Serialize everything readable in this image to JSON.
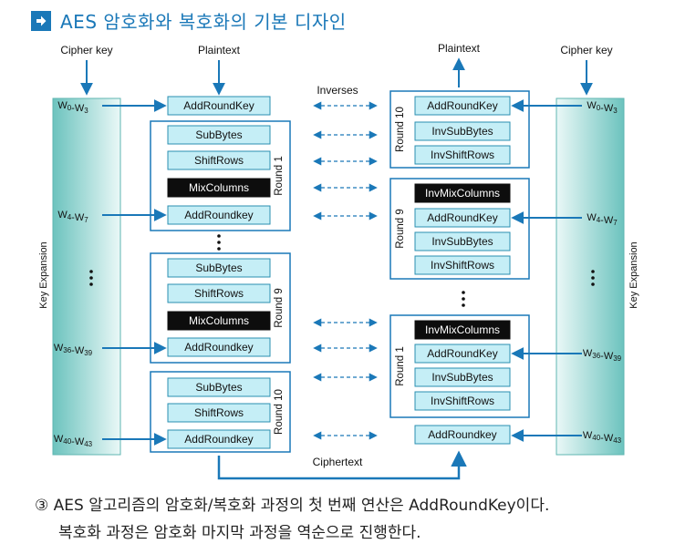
{
  "heading": {
    "icon": "arrow-right-square-icon",
    "title": "AES 암호화와 복호화의 기본 디자인"
  },
  "labels": {
    "cipher_key_left": "Cipher key",
    "cipher_key_right": "Cipher key",
    "plaintext_top": "Plaintext",
    "plaintext_right": "Plaintext",
    "inverses": "Inverses",
    "ciphertext": "Ciphertext",
    "key_expansion_left": "Key Expansion",
    "key_expansion_right": "Key Expansion"
  },
  "keys_left": [
    "W0-W3",
    "W4-W7",
    "W36-W39",
    "W40-W43"
  ],
  "keys_right": [
    "W0-W3",
    "W4-W7",
    "W36-W39",
    "W40-W43"
  ],
  "encryption": {
    "initial": "AddRoundKey",
    "rounds": [
      {
        "name": "Round 1",
        "steps": [
          "SubBytes",
          "ShiftRows",
          "MixColumns",
          "AddRoundkey"
        ]
      },
      {
        "name": "Round 9",
        "steps": [
          "SubBytes",
          "ShiftRows",
          "MixColumns",
          "AddRoundkey"
        ]
      },
      {
        "name": "Round 10",
        "steps": [
          "SubBytes",
          "ShiftRows",
          "AddRoundkey"
        ]
      }
    ]
  },
  "decryption": {
    "rounds": [
      {
        "name": "Round 10",
        "steps": [
          "AddRoundKey",
          "InvSubBytes",
          "InvShiftRows"
        ]
      },
      {
        "name": "Round 9",
        "steps": [
          "InvMixColumns",
          "AddRoundKey",
          "InvSubBytes",
          "InvShiftRows"
        ]
      },
      {
        "name": "Round 1",
        "steps": [
          "InvMixColumns",
          "AddRoundKey",
          "InvSubBytes",
          "InvShiftRows"
        ]
      }
    ],
    "final": "AddRoundkey"
  },
  "caption": {
    "line1": "③ AES 알고리즘의 암호화/복호화 과정의 첫 번째 연산은 AddRoundKey이다.",
    "line2": "복호화 과정은 암호화 마지막 과정을 역순으로 진행한다."
  },
  "colors": {
    "accent": "#1a78b8",
    "box_fill": "#c5eef6",
    "box_dark": "#0d0d0d",
    "key_bar": "#8fd0cc"
  }
}
